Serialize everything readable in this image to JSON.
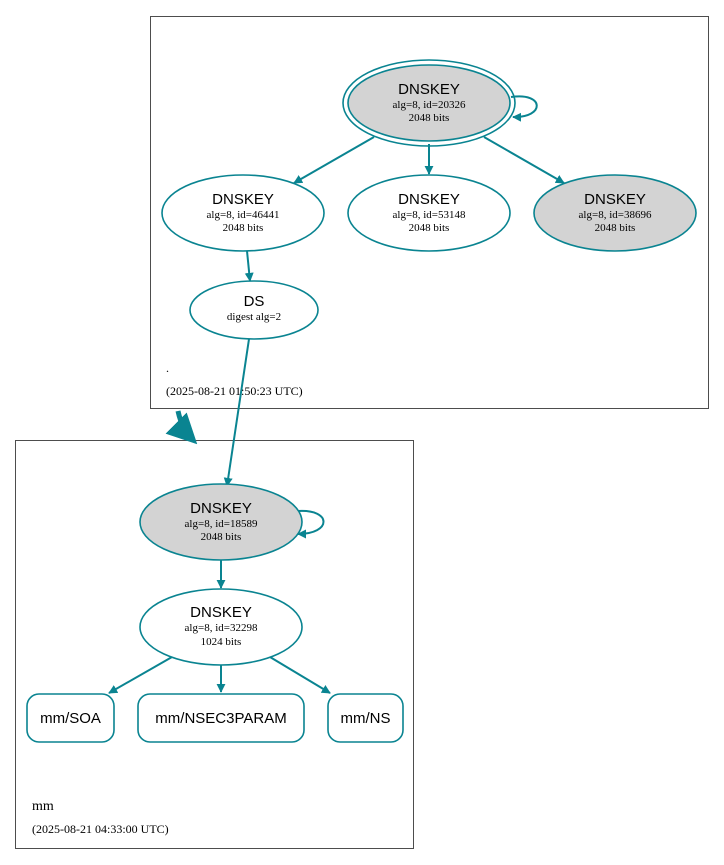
{
  "colors": {
    "edge": "#0a8491",
    "node_fill_ksk": "#d3d3d3",
    "node_fill_zsk": "#ffffff",
    "zone_border": "#4d4d4d"
  },
  "root_zone": {
    "name": ".",
    "timestamp": "(2025-08-21 01:50:23 UTC)",
    "ksk": {
      "title": "DNSKEY",
      "detail": "alg=8, id=20326",
      "size": "2048 bits"
    },
    "key_46441": {
      "title": "DNSKEY",
      "detail": "alg=8, id=46441",
      "size": "2048 bits"
    },
    "key_53148": {
      "title": "DNSKEY",
      "detail": "alg=8, id=53148",
      "size": "2048 bits"
    },
    "key_38696": {
      "title": "DNSKEY",
      "detail": "alg=8, id=38696",
      "size": "2048 bits"
    },
    "ds": {
      "title": "DS",
      "detail": "digest alg=2"
    }
  },
  "mm_zone": {
    "name": "mm",
    "timestamp": "(2025-08-21 04:33:00 UTC)",
    "ksk": {
      "title": "DNSKEY",
      "detail": "alg=8, id=18589",
      "size": "2048 bits"
    },
    "zsk": {
      "title": "DNSKEY",
      "detail": "alg=8, id=32298",
      "size": "1024 bits"
    },
    "rrsets": {
      "soa": "mm/SOA",
      "nsec3param": "mm/NSEC3PARAM",
      "ns": "mm/NS"
    }
  }
}
